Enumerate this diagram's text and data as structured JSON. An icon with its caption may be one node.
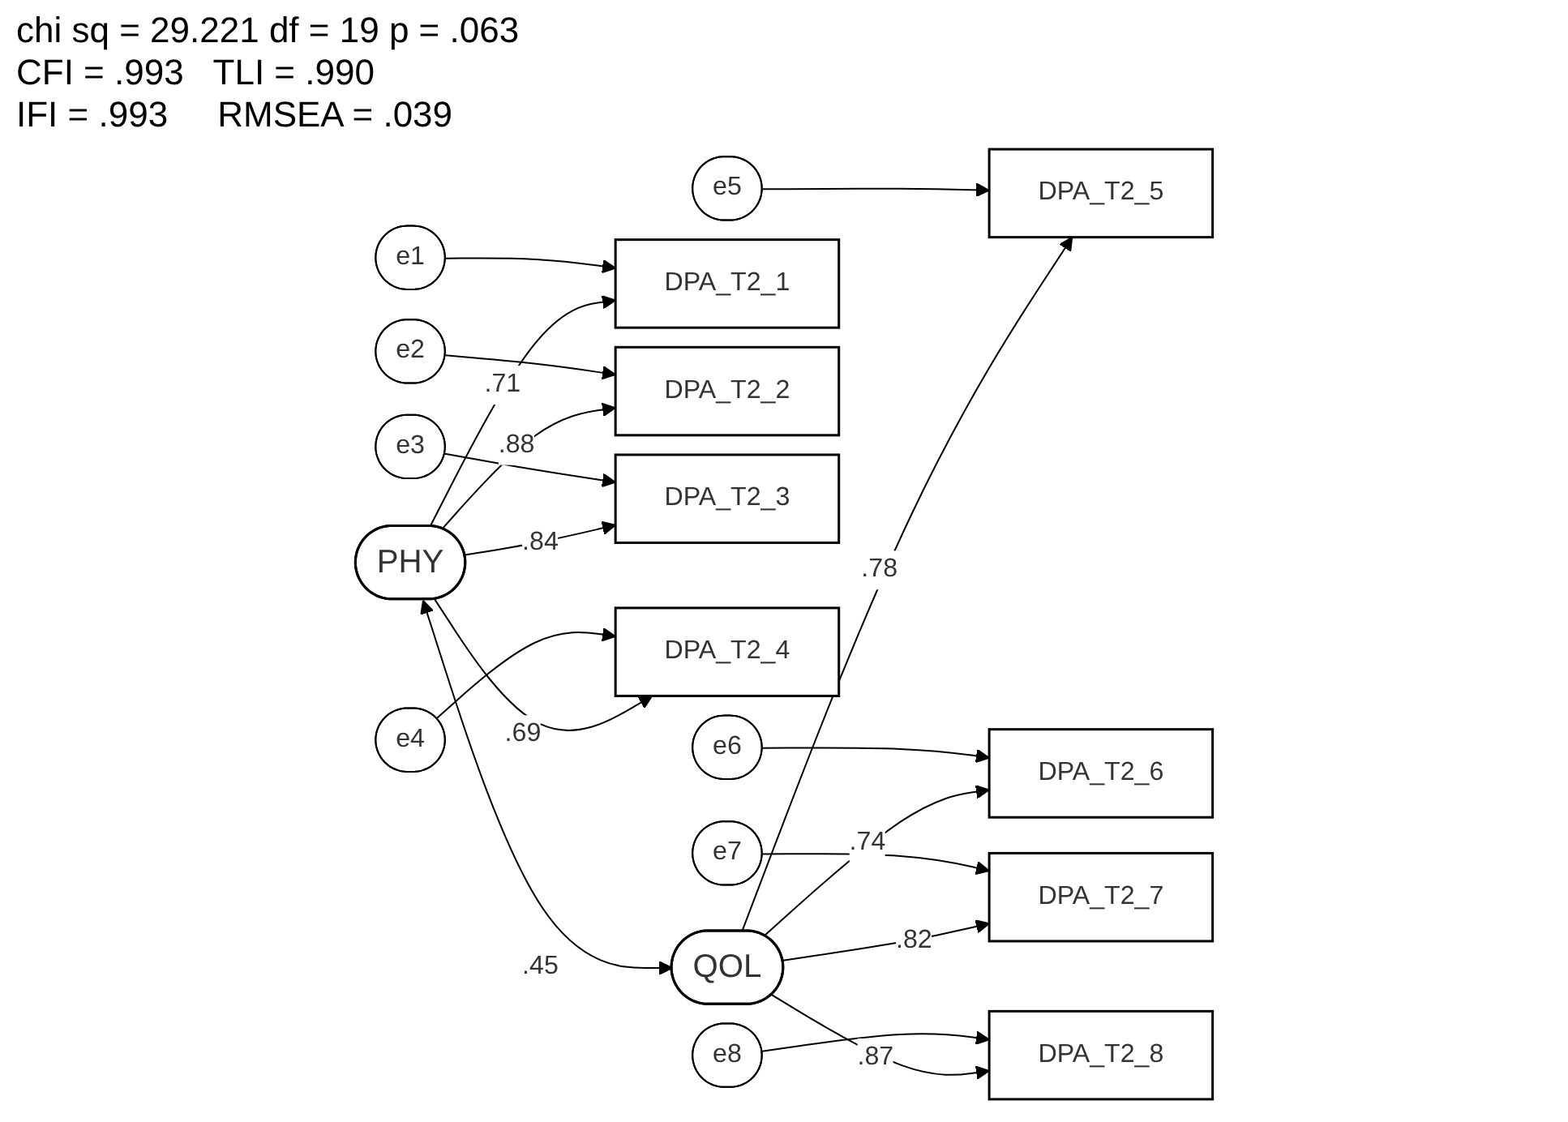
{
  "diagram": {
    "nodes": [
      {
        "text": [
          "PHY"
        ]
      },
      {
        "text": [
          "QOL"
        ]
      },
      {
        "text": [
          "DPA_T2_1"
        ]
      },
      {
        "text": [
          "DPA_T2_2"
        ]
      },
      {
        "text": [
          "DPA_T2_3"
        ]
      },
      {
        "text": [
          "DPA_T2_4"
        ]
      },
      {
        "text": [
          "DPA_T2_5"
        ]
      },
      {
        "text": [
          "DPA_T2_6"
        ]
      },
      {
        "text": [
          "DPA_T2_7"
        ]
      },
      {
        "text": [
          "DPA_T2_8"
        ]
      },
      {
        "text": [
          "e1"
        ]
      },
      {
        "text": [
          "e2"
        ]
      },
      {
        "text": [
          "e3"
        ]
      },
      {
        "text": [
          "e4"
        ]
      },
      {
        "text": [
          "e5"
        ]
      },
      {
        "text": [
          "e6"
        ]
      },
      {
        "text": [
          "e7"
        ]
      },
      {
        "text": [
          "e8"
        ]
      }
    ],
    "edges": [
      {
        "from": 0,
        "to": 1,
        "arrow": "both",
        "label": ".45"
      },
      {
        "from": 0,
        "to": 2,
        "arrow": "to",
        "label": ".71"
      },
      {
        "from": 0,
        "to": 3,
        "arrow": "to",
        "label": ".88"
      },
      {
        "from": 0,
        "to": 4,
        "arrow": "to",
        "label": ".84"
      },
      {
        "from": 0,
        "to": 5,
        "arrow": "to",
        "label": ".69"
      },
      {
        "from": 1,
        "to": 6,
        "arrow": "to",
        "label": ".78"
      },
      {
        "from": 1,
        "to": 7,
        "arrow": "to",
        "label": ".74"
      },
      {
        "from": 1,
        "to": 8,
        "arrow": "to",
        "label": ".82"
      },
      {
        "from": 1,
        "to": 9,
        "arrow": "to",
        "label": ".87"
      },
      {
        "from": 10,
        "to": 2,
        "arrow": "to"
      },
      {
        "from": 11,
        "to": 3,
        "arrow": "to"
      },
      {
        "from": 12,
        "to": 4,
        "arrow": "to"
      },
      {
        "from": 13,
        "to": 5,
        "arrow": "to"
      },
      {
        "from": 14,
        "to": 6,
        "arrow": "to"
      },
      {
        "from": 15,
        "to": 7,
        "arrow": "to"
      },
      {
        "from": 16,
        "to": 8,
        "arrow": "to"
      },
      {
        "from": 17,
        "to": 9,
        "arrow": "to"
      }
    ],
    "labels": [
      "chi sq = 29.221 df = 19 p = .063",
      "CFI = .993   TLI = .990",
      "IFI = .993     RMSEA = .039"
    ]
  }
}
